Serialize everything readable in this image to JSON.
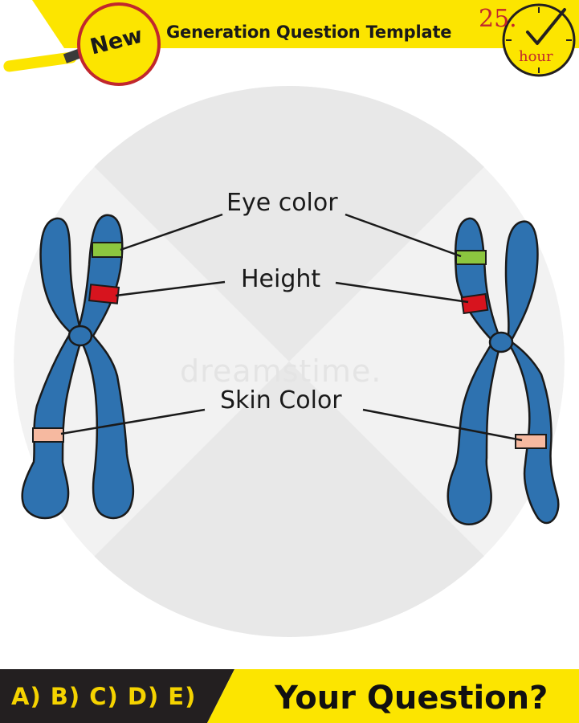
{
  "header": {
    "title": "Generation Question Template",
    "badge": "New",
    "hour_number": "25.",
    "hour_label": "hour"
  },
  "diagram": {
    "labels": {
      "eye_color": "Eye color",
      "height": "Height",
      "skin_color": "Skin Color"
    },
    "watermark": "dreamstime."
  },
  "footer": {
    "options": "A) B) C) D) E)",
    "question": "Your Question?"
  },
  "colors": {
    "header_yellow": "#fce500",
    "chromosome_blue": "#2e72b0",
    "eye_band": "#8cc63f",
    "height_band": "#d7141e",
    "skin_band": "#f6b9a0",
    "footer_dark": "#231f20",
    "footer_yellow": "#fce500"
  }
}
